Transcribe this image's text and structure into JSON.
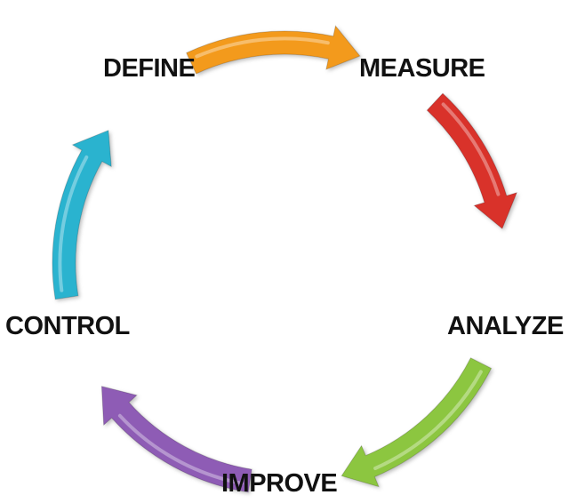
{
  "stages": [
    {
      "id": "define",
      "label": "DEFINE"
    },
    {
      "id": "measure",
      "label": "MEASURE"
    },
    {
      "id": "analyze",
      "label": "ANALYZE"
    },
    {
      "id": "improve",
      "label": "IMPROVE"
    },
    {
      "id": "control",
      "label": "CONTROL"
    }
  ],
  "arrows": [
    {
      "from": "define",
      "to": "measure",
      "color": "#f39a1e"
    },
    {
      "from": "measure",
      "to": "analyze",
      "color": "#d9302c"
    },
    {
      "from": "analyze",
      "to": "improve",
      "color": "#8cc63f"
    },
    {
      "from": "improve",
      "to": "control",
      "color": "#8e5bb5"
    },
    {
      "from": "control",
      "to": "define",
      "color": "#2bb3cf"
    }
  ]
}
